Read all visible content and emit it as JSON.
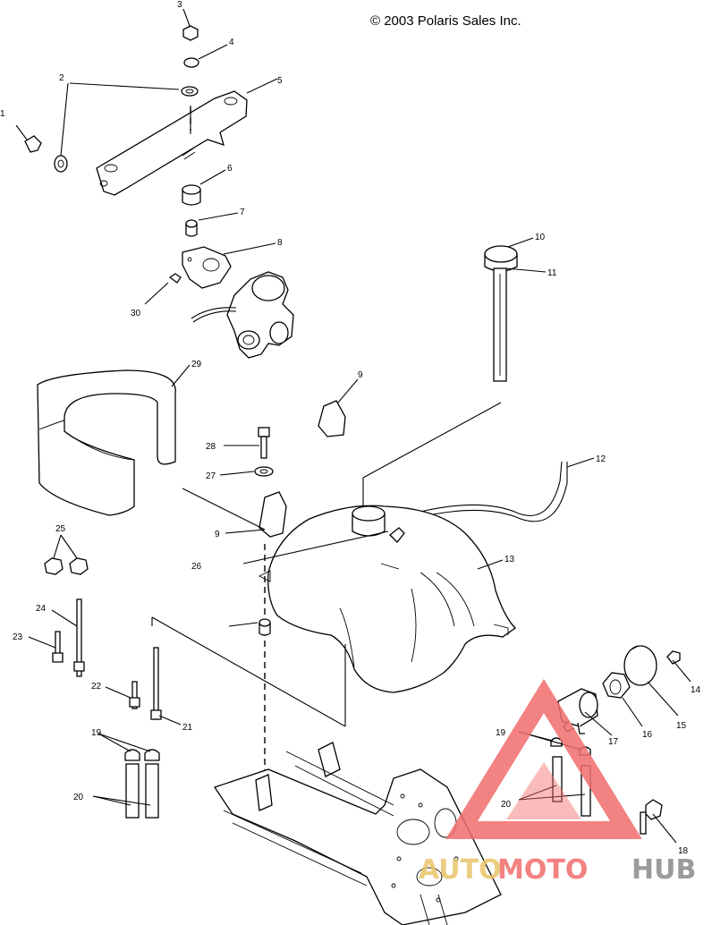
{
  "copyright": "© 2003 Polaris Sales Inc.",
  "callouts": [
    "1",
    "2",
    "3",
    "4",
    "5",
    "6",
    "7",
    "8",
    "9",
    "10",
    "11",
    "12",
    "13",
    "14",
    "15",
    "16",
    "17",
    "18",
    "19",
    "20",
    "21",
    "22",
    "23",
    "24",
    "25",
    "26",
    "27",
    "28",
    "29",
    "30",
    "9",
    "19",
    "20",
    "9"
  ],
  "watermark": {
    "auto": "AUTO",
    "moto": "MOTO",
    "hub": "HUB",
    "accent_color": "#f26d6d",
    "gold_color": "#e9c46a",
    "dark_color": "#8a8a8a"
  }
}
